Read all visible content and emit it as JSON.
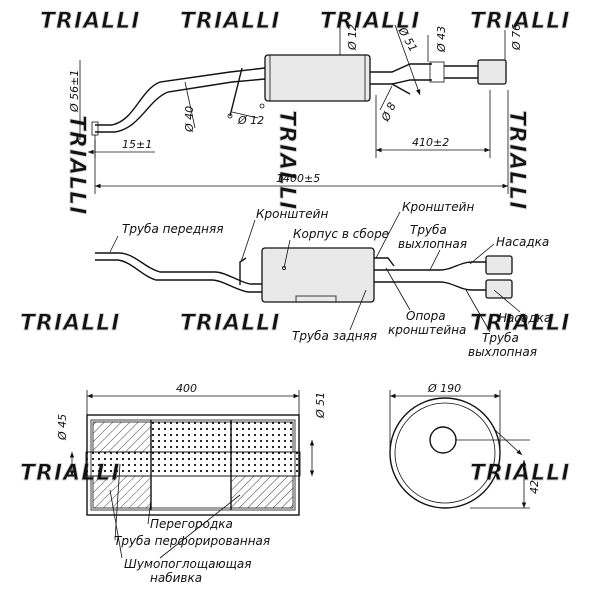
{
  "watermark": "TRIALLI",
  "top_view": {
    "dims": {
      "d56": "Ø 56±1",
      "d40": "Ø 40",
      "d12a": "Ø 12",
      "d12b": "Ø 12",
      "d51": "Ø 51",
      "d43": "Ø 43",
      "d76": "Ø 76",
      "d8": "Ø 8",
      "len15": "15±1",
      "len410": "410±2",
      "len1400": "1400±5"
    }
  },
  "side_view": {
    "labels": {
      "front_pipe": "Труба передняя",
      "bracket_1": "Кронштейн",
      "housing": "Корпус в сборе",
      "bracket_2": "Кронштейн",
      "exhaust_pipe_1": "Труба выхлопная",
      "nozzle_1": "Насадка",
      "nozzle_2": "Насадка",
      "rear_pipe": "Труба задняя",
      "bracket_support": "Опора кронштейна",
      "exhaust_pipe_2": "Труба выхлопная"
    }
  },
  "section_view": {
    "dims": {
      "len400": "400",
      "d45": "Ø 45",
      "d51": "Ø 51"
    },
    "labels": {
      "partition": "Перегородка",
      "perforated_pipe": "Труба перфорированная",
      "packing": "Шумопоглощающая набивка"
    }
  },
  "end_view": {
    "dims": {
      "d190": "Ø 190",
      "d42": "42"
    }
  }
}
